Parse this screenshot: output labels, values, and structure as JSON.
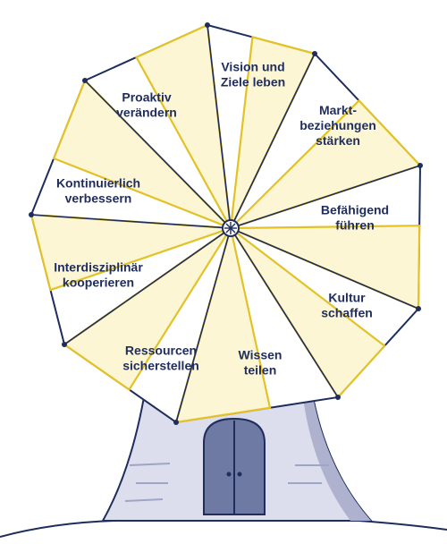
{
  "sails": [
    {
      "id": "vision",
      "lines": [
        "Vision und",
        "Ziele leben"
      ]
    },
    {
      "id": "markt",
      "lines": [
        "Markt-",
        "beziehungen",
        "stärken"
      ]
    },
    {
      "id": "befaehigend",
      "lines": [
        "Befähigend",
        "führen"
      ]
    },
    {
      "id": "kultur",
      "lines": [
        "Kultur",
        "schaffen"
      ]
    },
    {
      "id": "wissen",
      "lines": [
        "Wissen",
        "teilen"
      ]
    },
    {
      "id": "ressourcen",
      "lines": [
        "Ressourcen",
        "sicherstellen"
      ]
    },
    {
      "id": "interdisziplinaer",
      "lines": [
        "Interdisziplinär",
        "kooperieren"
      ]
    },
    {
      "id": "kontinuierlich",
      "lines": [
        "Kontinuierlich",
        "verbessern"
      ]
    },
    {
      "id": "proaktiv",
      "lines": [
        "Proaktiv",
        "verändern"
      ]
    }
  ],
  "colors": {
    "outline": "#1f2d5c",
    "sail_fill": "#fdf6d4",
    "sail_edge": "#e2c227",
    "tower_fill": "#dcdded",
    "roof_fill": "#4f5f86"
  }
}
